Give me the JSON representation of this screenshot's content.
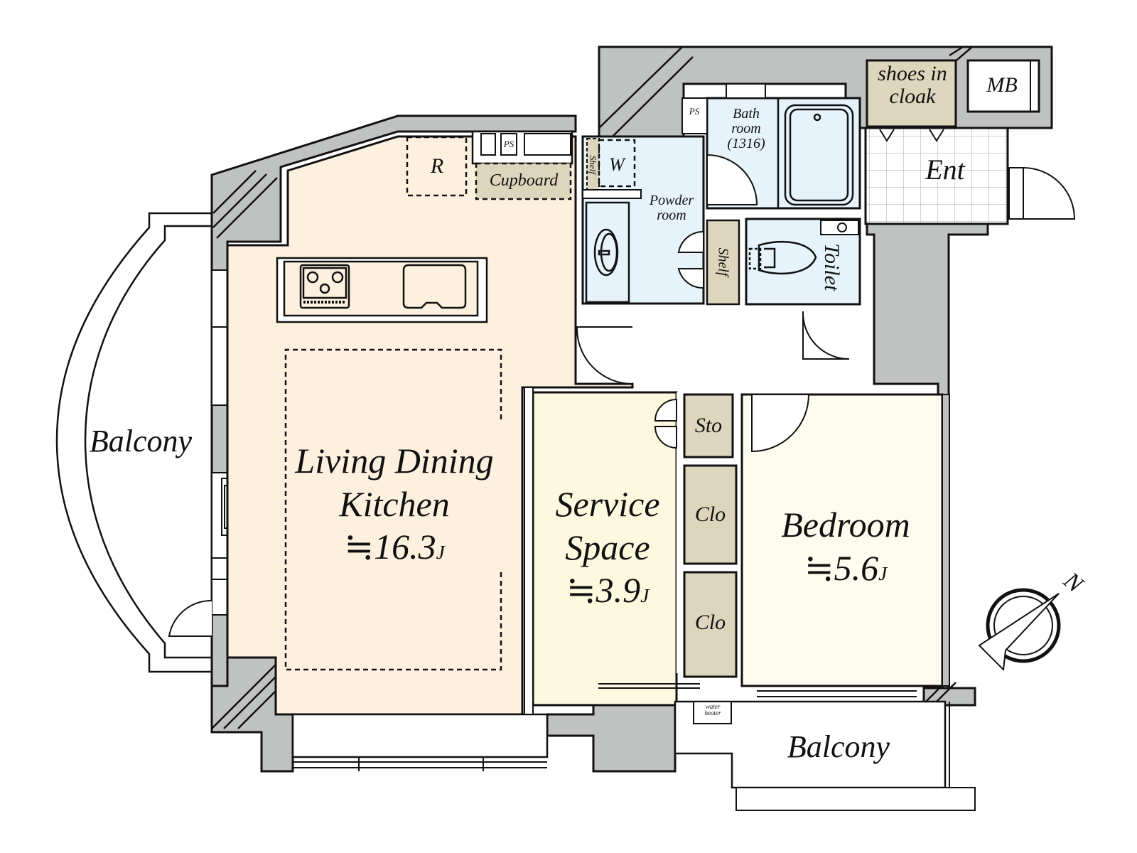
{
  "colors": {
    "wall": "#c0c1c1",
    "ldk_floor": "#fdf0de",
    "service_floor": "#fdf9df",
    "bedroom_floor": "#fefcee",
    "wet_floor": "#e6f3fb",
    "storage_fill": "#ddd5bc",
    "line": "#111111",
    "balcony": "#ffffff"
  },
  "rooms": {
    "ldk": {
      "name_line1": "Living Dining",
      "name_line2": "Kitchen",
      "area": "≒16.3",
      "unit": "J"
    },
    "service": {
      "name_line1": "Service",
      "name_line2": "Space",
      "area": "≒3.9",
      "unit": "J"
    },
    "bedroom": {
      "name": "Bedroom",
      "area": "≒5.6",
      "unit": "J"
    },
    "bath": {
      "line1": "Bath",
      "line2": "room",
      "size": "(1316)"
    },
    "powder": {
      "line1": "Powder",
      "line2": "room"
    },
    "toilet": {
      "name": "Toilet"
    },
    "entrance": {
      "name": "Ent"
    },
    "shoes": {
      "line1": "shoes in",
      "line2": "cloak"
    },
    "mb": {
      "name": "MB"
    },
    "balcony_left": {
      "name": "Balcony"
    },
    "balcony_bottom": {
      "name": "Balcony"
    },
    "water_heater": {
      "line1": "water",
      "line2": "heater"
    }
  },
  "fixtures": {
    "refrigerator": "R",
    "cupboard": "Cupboard",
    "ps1": "PS",
    "ps2": "PS",
    "washer": "W",
    "shelf_small": "Shelf",
    "shelf_powder": "Shelf",
    "storage": "Sto",
    "closet1": "Clo",
    "closet2": "Clo"
  },
  "compass": {
    "label": "N"
  }
}
